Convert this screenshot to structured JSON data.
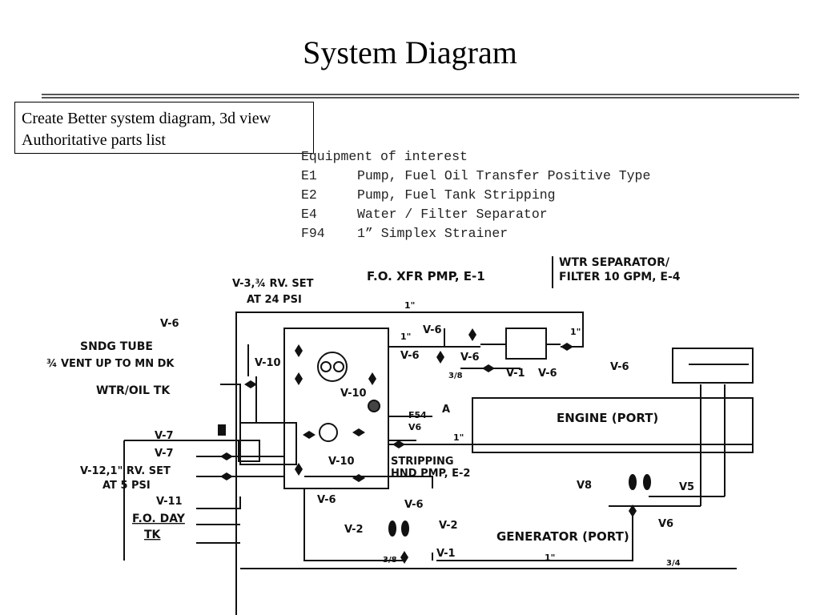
{
  "slide": {
    "title": "System Diagram",
    "notes": [
      "Create Better system diagram, 3d view",
      "Authoritative parts list"
    ]
  },
  "equipment": {
    "heading": "Equipment of interest",
    "items": [
      {
        "code": "E1",
        "desc": "Pump, Fuel Oil Transfer Positive Type"
      },
      {
        "code": "E2",
        "desc": "Pump, Fuel Tank Stripping"
      },
      {
        "code": "E4",
        "desc": "Water / Filter Separator"
      },
      {
        "code": "F94",
        "desc": "1” Simplex Strainer"
      }
    ]
  },
  "schematic": {
    "labels": {
      "v3": "V-3,¾ RV. SET",
      "v3b": "AT 24 PSI",
      "fo_xfr": "F.O. XFR PMP, E-1",
      "wtr_sep": "WTR SEPARATOR/",
      "wtr_sep2": "FILTER 10 GPM, E-4",
      "sndg": "SNDG TUBE",
      "vent": "¾ VENT UP TO MN DK",
      "wtr_oil": "WTR/OIL TK",
      "v7a": "V-7",
      "v7b": "V-7",
      "v12": "V-12,1\" RV. SET",
      "v12b": "AT 5 PSI",
      "v11": "V-11",
      "fo_day": "F.O. DAY",
      "tk": "TK",
      "v6_top_left": "V-6",
      "v10a": "V-10",
      "v10b": "V-10",
      "v10c": "V-10",
      "v6a": "V-6",
      "v6b": "V-6",
      "v6c": "V-6",
      "v6d": "V-6",
      "v6e": "V-6",
      "v6f": "V-6",
      "v6g": "V-6",
      "v1a": "V-1",
      "v1b": "V-1",
      "f94": "F54",
      "v6s": "V6",
      "stripping": "STRIPPING",
      "stripping2": "HND PMP, E-2",
      "engine": "ENGINE (PORT)",
      "generator": "GENERATOR (PORT)",
      "v8": "V8",
      "v5": "V5",
      "v6r": "V6",
      "v2a": "V-2",
      "v2b": "V-2",
      "one_a": "1\"",
      "one_b": "1\"",
      "one_c": "1\"",
      "one_d": "1\"",
      "one_e": "1\"",
      "three8a": "3/8",
      "three8b": "3/8",
      "three4": "3/4",
      "a_mark": "A"
    }
  }
}
